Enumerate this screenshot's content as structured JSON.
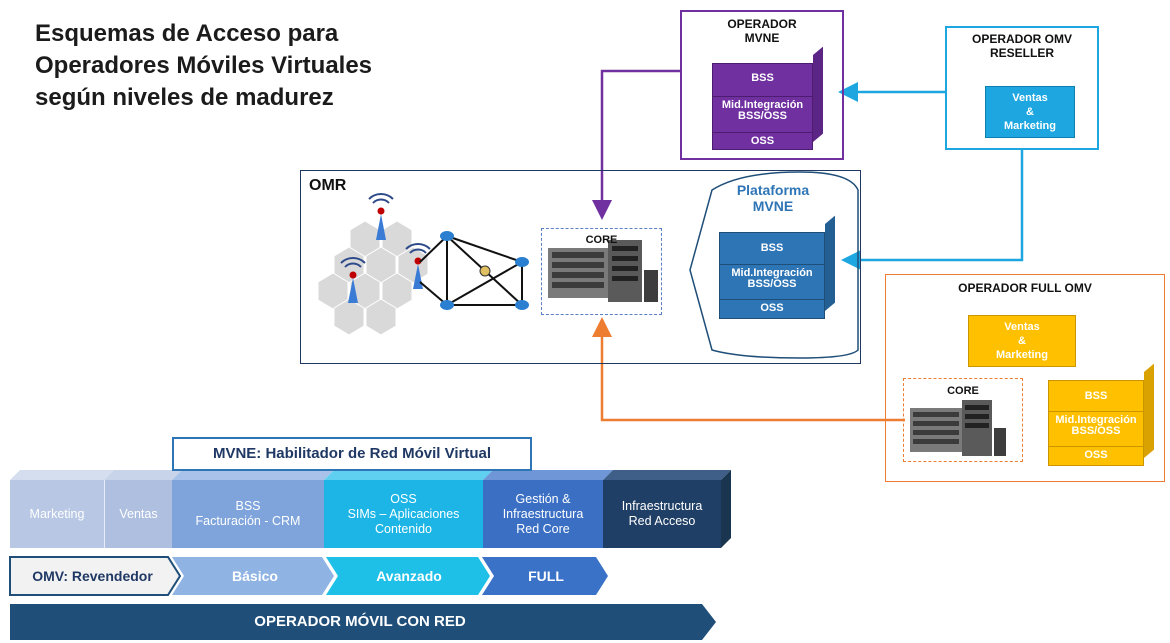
{
  "title": {
    "line1": "Esquemas de Acceso para",
    "line2": "Operadores Móviles Virtuales",
    "line3": "según niveles de madurez"
  },
  "mvne_operator": {
    "header1": "OPERADOR",
    "header2": "MVNE",
    "bss": "BSS",
    "mid1": "Mid.Integración",
    "mid2": "BSS/OSS",
    "oss": "OSS"
  },
  "reseller": {
    "header1": "OPERADOR OMV",
    "header2": "RESELLER",
    "l1": "Ventas",
    "l2": "&",
    "l3": "Marketing"
  },
  "omr": {
    "label": "OMR",
    "core": "CORE",
    "platform1": "Plataforma",
    "platform2": "MVNE",
    "bss": "BSS",
    "mid1": "Mid.Integración",
    "mid2": "BSS/OSS",
    "oss": "OSS"
  },
  "full_omv": {
    "header": "OPERADOR FULL OMV",
    "l1": "Ventas",
    "l2": "&",
    "l3": "Marketing",
    "core": "CORE",
    "bss": "BSS",
    "mid1": "Mid.Integración",
    "mid2": "BSS/OSS",
    "oss": "OSS"
  },
  "mvne_banner": "MVNE: Habilitador de Red Móvil Virtual",
  "segments": {
    "marketing": "Marketing",
    "ventas": "Ventas",
    "bss1": "BSS",
    "bss2": "Facturación - CRM",
    "oss1": "OSS",
    "oss2": "SIMs – Aplicaciones",
    "oss3": "Contenido",
    "gestion1": "Gestión &",
    "gestion2": "Infraestructura",
    "gestion3": "Red Core",
    "infra1": "Infraestructura",
    "infra2": "Red Acceso"
  },
  "levels": {
    "revendedor": "OMV: Revendedor",
    "basico": "Básico",
    "avanzado": "Avanzado",
    "full": "FULL",
    "operador_red": "OPERADOR MÓVIL CON RED"
  },
  "colors": {
    "purple": "#7030a0",
    "light_blue": "#1ea6e0",
    "orange": "#ed7d31",
    "gold": "#ffc000",
    "navy": "#1f4e79"
  }
}
